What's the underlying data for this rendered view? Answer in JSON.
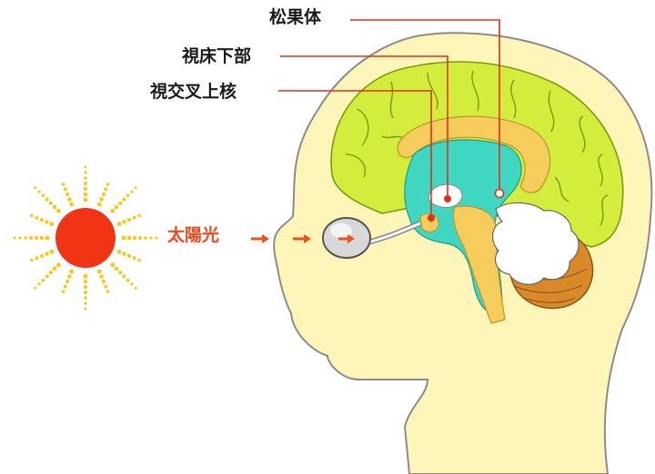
{
  "labels": {
    "pineal": "松果体",
    "hypothalamus": "視床下部",
    "scn": "視交叉上核",
    "sunlight": "太陽光"
  },
  "colors": {
    "head_skin": "#fdf6b8",
    "head_outline": "#8c8c8c",
    "cerebrum": "#d4ec3c",
    "corpus_callosum": "#f6cd5c",
    "ventricle": "#3fd7c2",
    "brainstem": "#f6cd5c",
    "cerebellum": "#d98a28",
    "sun": "#f03414",
    "sun_rays": "#f8c818",
    "label_line": "#e0301c",
    "sunlight_text": "#f04a1c",
    "arrow": "#f0501c"
  },
  "icons": [
    "sun-icon",
    "arrow-right-icon",
    "eyeball-icon"
  ]
}
